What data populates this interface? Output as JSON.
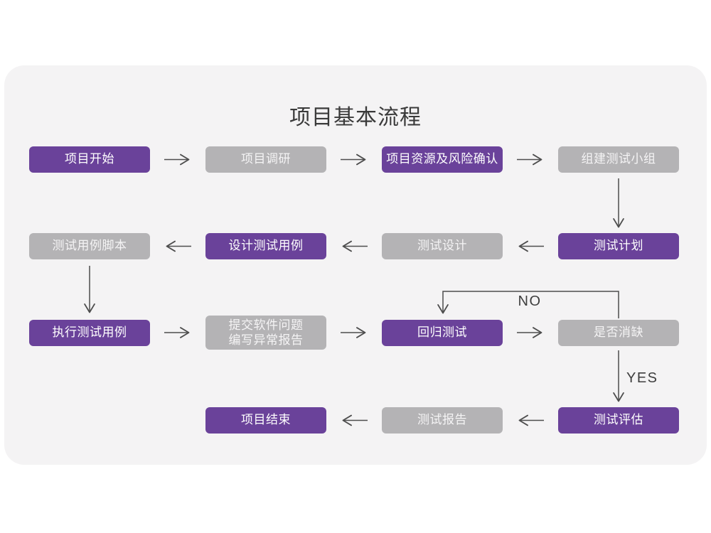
{
  "title": "项目基本流程",
  "labels": {
    "no": "NO",
    "yes": "YES"
  },
  "nodes": {
    "project_start": {
      "label": "项目开始",
      "type": "primary"
    },
    "project_research": {
      "label": "项目调研",
      "type": "secondary"
    },
    "resources_risk": {
      "label": "项目资源及风险确认",
      "type": "primary"
    },
    "build_test_team": {
      "label": "组建测试小组",
      "type": "secondary"
    },
    "test_plan": {
      "label": "测试计划",
      "type": "primary"
    },
    "test_design": {
      "label": "测试设计",
      "type": "secondary"
    },
    "design_test_cases": {
      "label": "设计测试用例",
      "type": "primary"
    },
    "test_case_script": {
      "label": "测试用例脚本",
      "type": "secondary"
    },
    "run_test_cases": {
      "label": "执行测试用例",
      "type": "primary"
    },
    "submit_issues": {
      "line1": "提交软件问题",
      "line2": "编写异常报告",
      "type": "secondary"
    },
    "regression_test": {
      "label": "回归测试",
      "type": "primary"
    },
    "defect_cleared": {
      "label": "是否消缺",
      "type": "secondary"
    },
    "test_evaluation": {
      "label": "测试评估",
      "type": "primary"
    },
    "test_report": {
      "label": "测试报告",
      "type": "secondary"
    },
    "project_end": {
      "label": "项目结束",
      "type": "primary"
    }
  },
  "colors": {
    "primary_node": "#6a429a",
    "secondary_node": "#b4b3b5",
    "canvas_card": "#f4f3f4",
    "arrow": "#4d4d4d",
    "title_text": "#3a3a3a",
    "node_text": "#ffffff"
  }
}
